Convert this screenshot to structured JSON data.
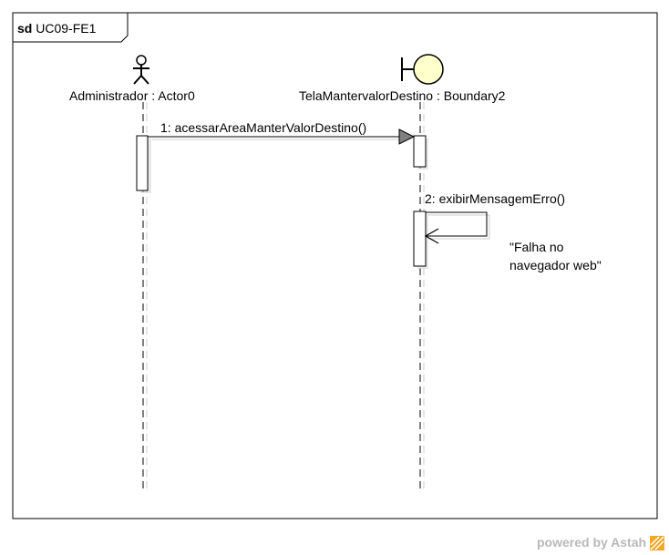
{
  "frame": {
    "keyword": "sd",
    "name": "UC09-FE1"
  },
  "lifelines": [
    {
      "label": "Administrador : Actor0",
      "kind": "actor",
      "icon": "actor-stick-figure-icon"
    },
    {
      "label": "TelaMantervalorDestino : Boundary2",
      "kind": "boundary",
      "icon": "boundary-icon"
    }
  ],
  "messages": [
    {
      "label": "1: acessarAreaManterValorDestino()",
      "from": "Administrador : Actor0",
      "to": "TelaMantervalorDestino : Boundary2"
    },
    {
      "label": "2: exibirMensagemErro()",
      "from": "TelaMantervalorDestino : Boundary2",
      "to": "TelaMantervalorDestino : Boundary2"
    }
  ],
  "note": {
    "line1": "\"Falha no",
    "line2": "navegador web\""
  },
  "footer": {
    "text": "powered by Astah",
    "logo_color": "#f5a623"
  },
  "colors": {
    "boundary_fill": "#ffffcc",
    "arrow_fill": "#808080",
    "frame_stroke": "#000000"
  }
}
